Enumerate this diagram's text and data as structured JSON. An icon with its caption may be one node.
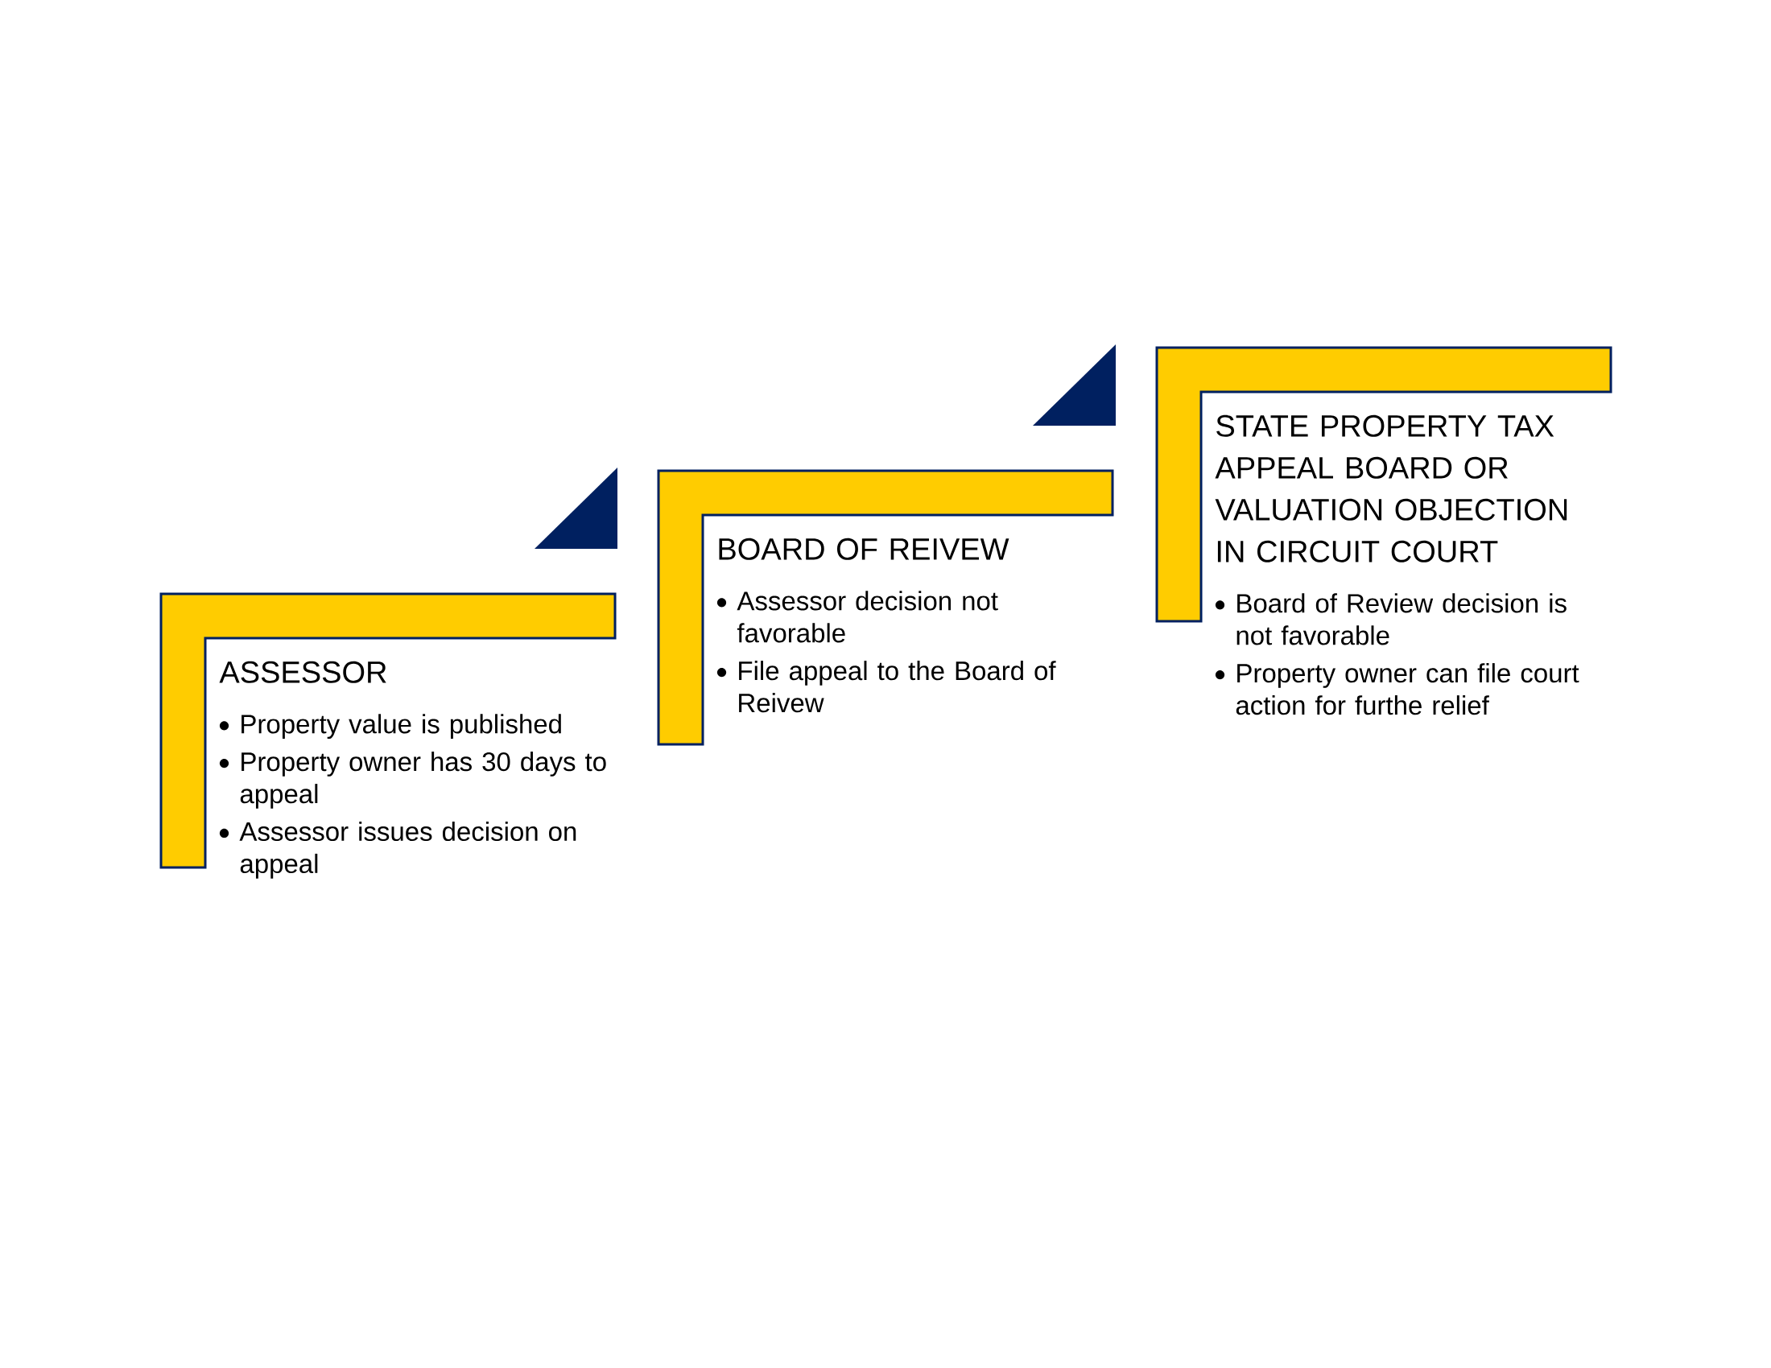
{
  "diagram": {
    "nodes": [
      {
        "text": [
          "ASSESSOR",
          "Property value is published",
          "Property owner has 30 days to appeal",
          "Assessor issues decision on appeal"
        ]
      },
      {
        "text": [],
        "shape": "triangle"
      },
      {
        "text": [
          "BOARD OF REIVEW",
          "Assessor decision not favorable",
          "File appeal to the Board of Reivew"
        ]
      },
      {
        "text": [],
        "shape": "triangle"
      },
      {
        "text": [
          "STATE PROPERTY TAX APPEAL BOARD OR VALUATION OBJECTION IN CIRCUIT COURT",
          "Board of Review decision is not favorable",
          "Property owner can file court action for furthe relief"
        ]
      }
    ]
  }
}
